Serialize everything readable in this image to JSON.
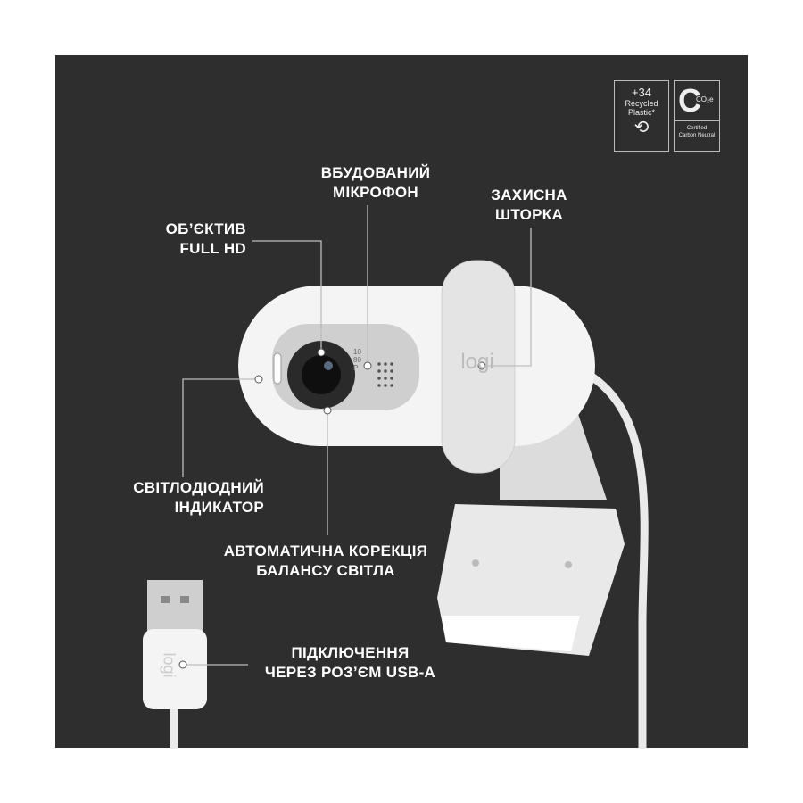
{
  "labels": {
    "microphone": [
      "ВБУДОВАНИЙ",
      "МІКРОФОН"
    ],
    "lens": [
      "ОБ’ЄКТИВ",
      "FULL HD"
    ],
    "shutter": [
      "ЗАХИСНА",
      "ШТОРКА"
    ],
    "led": [
      "СВІТЛОДІОДНИЙ",
      "ІНДИКАТОР"
    ],
    "light_correction": [
      "АВТОМАТИЧНА КОРЕКЦІЯ",
      "БАЛАНСУ СВІТЛА"
    ],
    "usb": [
      "ПІДКЛЮЧЕННЯ",
      "ЧЕРЕЗ РОЗ’ЄМ USB-A"
    ]
  },
  "badges": {
    "recycled": {
      "amount": "+34",
      "line1": "Recycled",
      "line2": "Plastic*"
    },
    "carbon": {
      "co2": "CO₂e",
      "line1": "Certified",
      "line2": "Carbon Neutral"
    }
  },
  "product": {
    "brand": "logi",
    "resolution": "1080P"
  },
  "colors": {
    "background": "#2e2e2e",
    "device": "#f2f2f2",
    "text": "#ffffff"
  }
}
